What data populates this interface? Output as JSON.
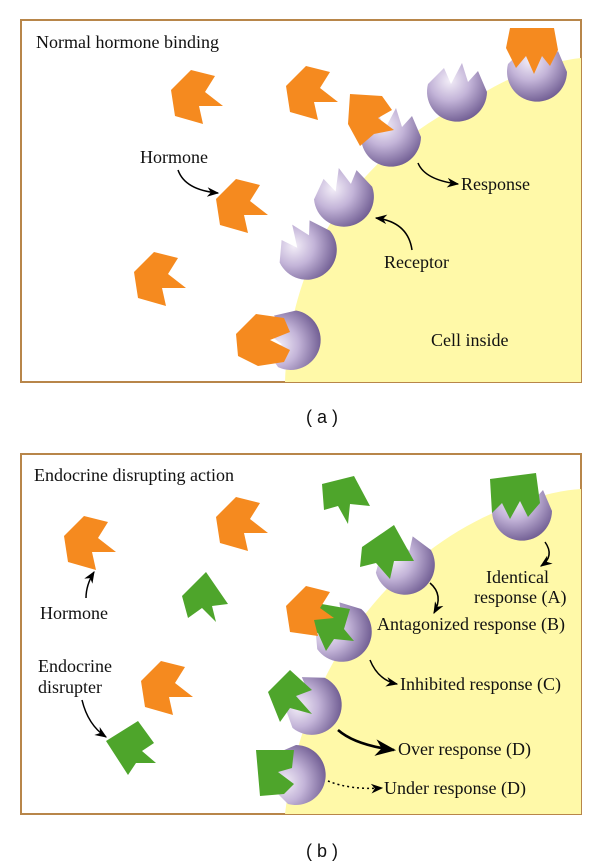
{
  "colors": {
    "cell": "#fff9a8",
    "frame": "#b8864a",
    "hormone": "#f58a1f",
    "disrupter": "#4ea52b",
    "receptor_light": "#e9e0f0",
    "receptor_dark": "#7a679b",
    "arrow": "#000000"
  },
  "panel_a": {
    "title": "Normal hormone binding",
    "hormone_label": "Hormone",
    "receptor_label": "Receptor",
    "response_label": "Response",
    "cell_label": "Cell inside",
    "caption": "( a )"
  },
  "panel_b": {
    "title": "Endocrine disrupting action",
    "hormone_label": "Hormone",
    "disrupter_label_1": "Endocrine",
    "disrupter_label_2": "disrupter",
    "identical_1": "Identical",
    "identical_2": "response (A)",
    "antagonized": "Antagonized response (B)",
    "inhibited": "Inhibited response (C)",
    "over": "Over response (D)",
    "under": "Under response (D)",
    "caption": "( b )"
  }
}
